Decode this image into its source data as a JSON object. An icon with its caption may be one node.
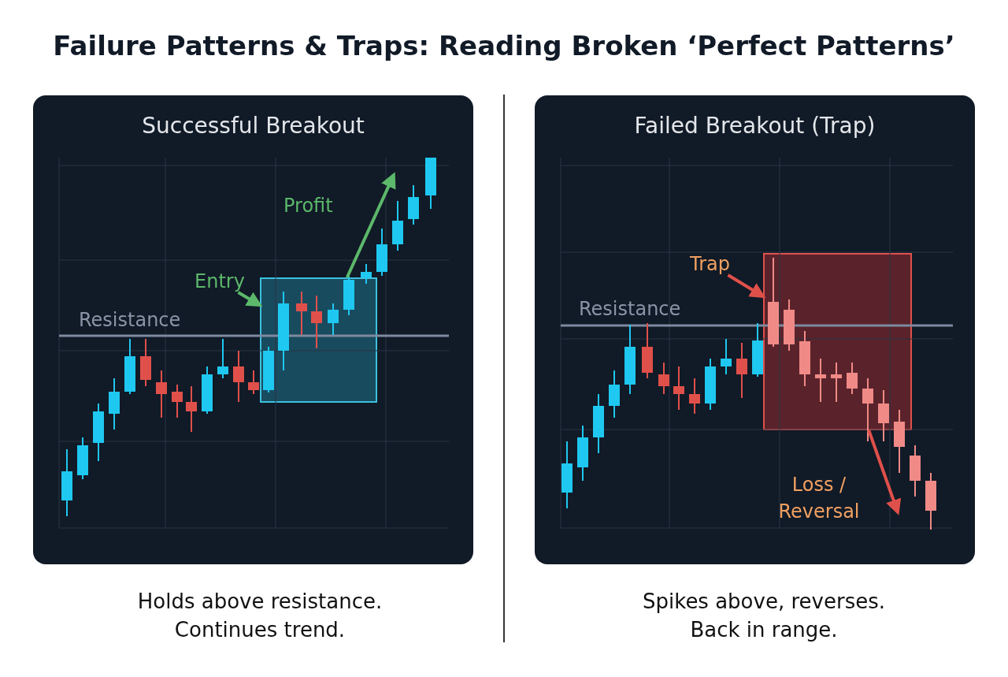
{
  "diagram": {
    "title": "Failure Patterns & Traps: Reading Broken ‘Perfect Patterns’",
    "nodes": [
      {
        "text": [
          "Successful Breakout"
        ],
        "beside": [
          "Holds above resistance. Continues trend."
        ]
      },
      {
        "text": [
          "Entry"
        ],
        "in": 0
      },
      {
        "text": [],
        "shape": "box",
        "in": 0
      },
      {
        "text": [
          "Failed Breakout (Trap)"
        ],
        "beside": [
          "Spikes above, reverses. Back in range."
        ]
      },
      {
        "text": [
          "Trap"
        ],
        "in": 3
      },
      {
        "text": [],
        "shape": "box",
        "in": 3
      }
    ],
    "edges": [
      {
        "from": 1,
        "to": 2,
        "arrow": "to",
        "color": "#5cb86a"
      },
      {
        "from": 2,
        "to": null,
        "arrow": "to",
        "color": "#5cb86a"
      },
      {
        "from": 4,
        "to": 5,
        "arrow": "to",
        "color": "#e0504a"
      },
      {
        "from": 5,
        "to": null,
        "arrow": "to",
        "color": "#e0504a"
      }
    ],
    "labels": [
      "Profit",
      "Resistance",
      "Resistance",
      "Loss / Reversal"
    ]
  }
}
